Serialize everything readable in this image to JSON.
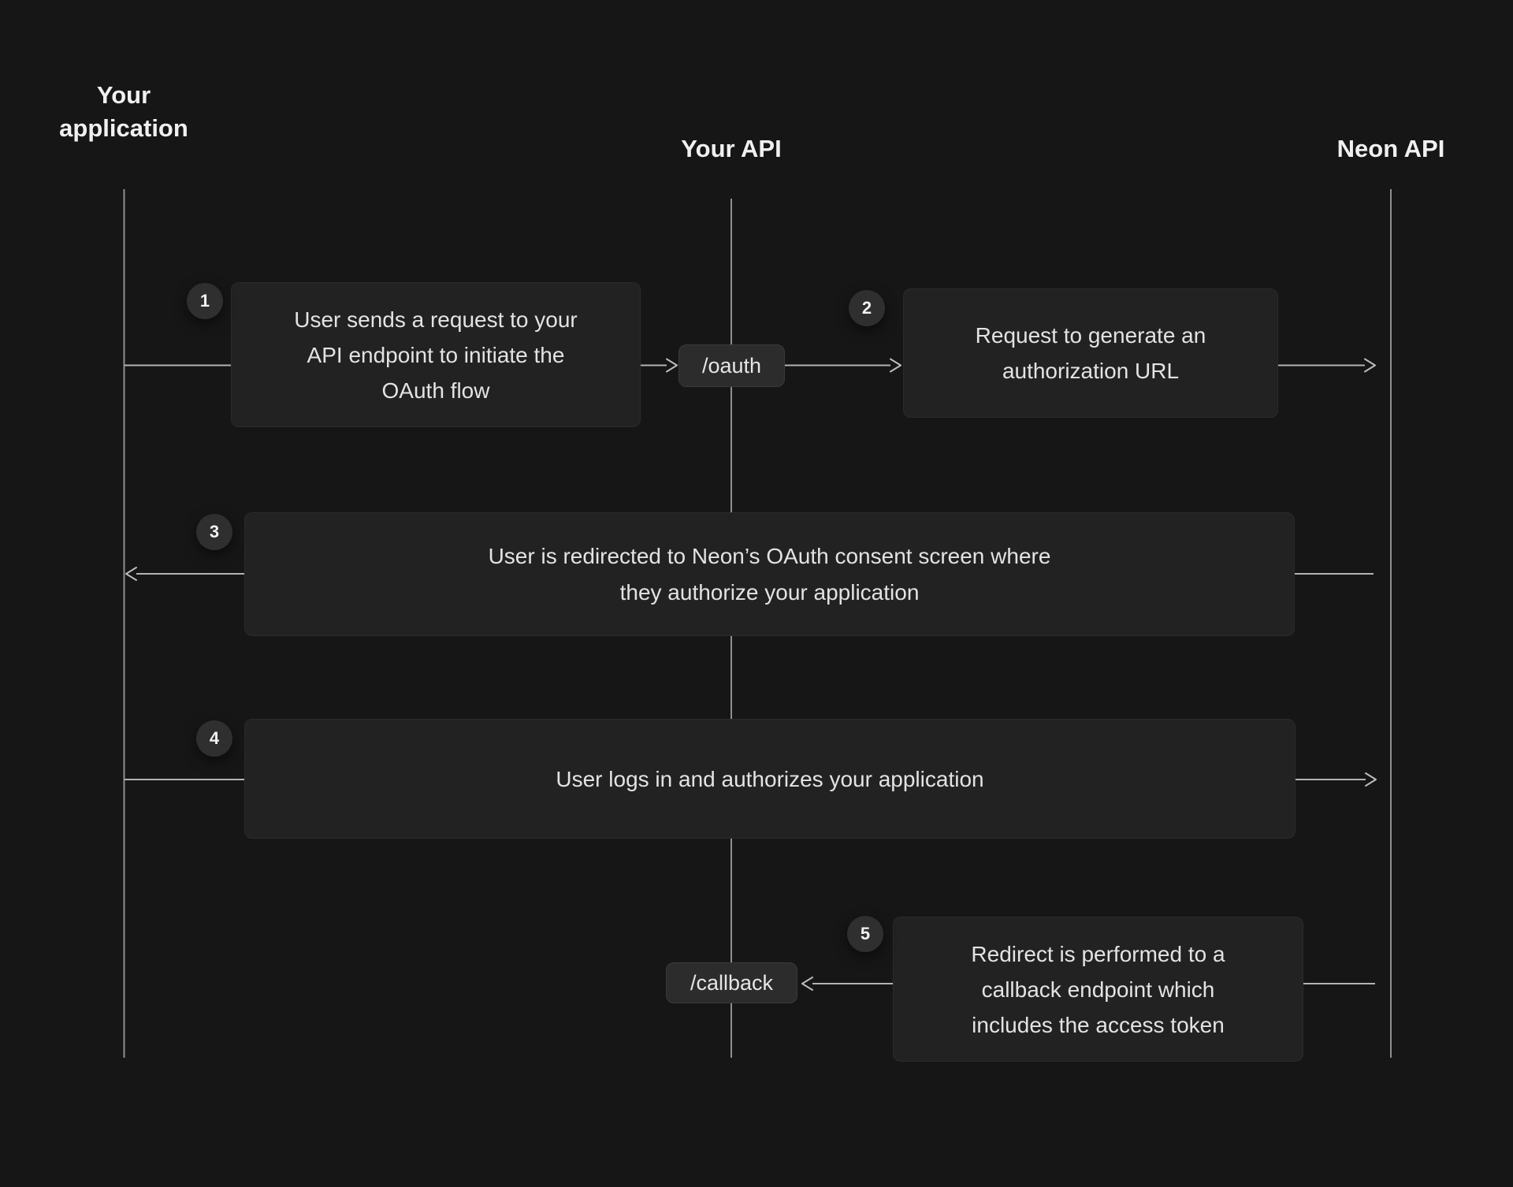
{
  "lanes": [
    {
      "label": "Your application"
    },
    {
      "label": "Your API"
    },
    {
      "label": "Neon API"
    }
  ],
  "endpoints": [
    {
      "label": "/oauth"
    },
    {
      "label": "/callback"
    }
  ],
  "steps": [
    {
      "number": "1",
      "lines": [
        "User sends a request to your",
        "API endpoint to initiate the",
        "OAuth flow"
      ]
    },
    {
      "number": "2",
      "lines": [
        "Request to generate an",
        "authorization URL"
      ]
    },
    {
      "number": "3",
      "lines": [
        "User is redirected to Neon’s OAuth consent screen where",
        "they authorize your application"
      ]
    },
    {
      "number": "4",
      "lines": [
        "User logs in and authorizes your application"
      ]
    },
    {
      "number": "5",
      "lines": [
        "Redirect is performed to a",
        "callback endpoint which",
        "includes the access token"
      ]
    }
  ],
  "colors": {
    "background": "#161616",
    "box_fill": "#222222",
    "chip_fill": "#2c2c2c",
    "badge_fill": "#2f2f2f",
    "line": "#b3b3b3",
    "lifeline": "#8f8f8f",
    "text": "#e3e3e3",
    "heading": "#f0f0f0"
  }
}
